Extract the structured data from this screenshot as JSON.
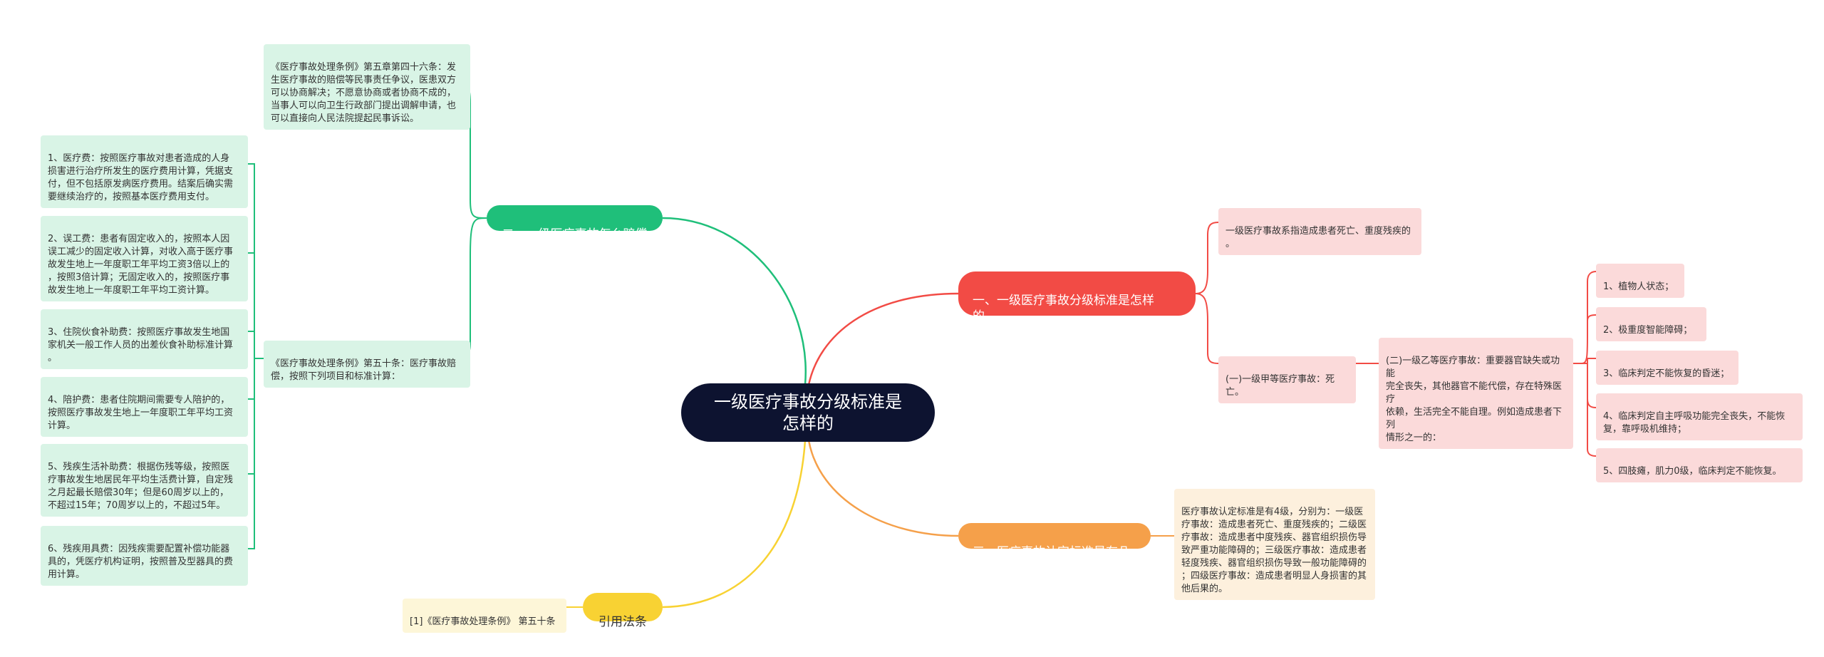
{
  "root": {
    "label": "一级医疗事故分级标准是\n怎样的"
  },
  "branch_green": {
    "label": "二、一级医疗事故怎么赔偿",
    "color": "#1fbf7a"
  },
  "branch_red": {
    "label": "一、一级医疗事故分级标准是怎样\n的",
    "color": "#f24b45"
  },
  "branch_orange": {
    "label": "三、医疗事故认定标准是有几级",
    "color": "#f5a04a"
  },
  "branch_yellow": {
    "label": "引用法条",
    "color": "#f8d233"
  },
  "green": {
    "article46": "《医疗事故处理条例》第五章第四十六条：发\n生医疗事故的赔偿等民事责任争议，医患双方\n可以协商解决；不愿意协商或者协商不成的，\n当事人可以向卫生行政部门提出调解申请，也\n可以直接向人民法院提起民事诉讼。",
    "article50": "《医疗事故处理条例》第五十条：医疗事故赔\n偿，按照下列项目和标准计算：",
    "items": [
      "1、医疗费：按照医疗事故对患者造成的人身\n损害进行治疗所发生的医疗费用计算，凭据支\n付，但不包括原发病医疗费用。结案后确实需\n要继续治疗的，按照基本医疗费用支付。",
      "2、误工费：患者有固定收入的，按照本人因\n误工减少的固定收入计算，对收入高于医疗事\n故发生地上一年度职工年平均工资3倍以上的\n，按照3倍计算；无固定收入的，按照医疗事\n故发生地上一年度职工年平均工资计算。",
      "3、住院伙食补助费：按照医疗事故发生地国\n家机关一般工作人员的出差伙食补助标准计算\n。",
      "4、陪护费：患者住院期间需要专人陪护的，\n按照医疗事故发生地上一年度职工年平均工资\n计算。",
      "5、残疾生活补助费：根据伤残等级，按照医\n疗事故发生地居民年平均生活费计算，自定残\n之月起最长赔偿30年；但是60周岁以上的，\n不超过15年；70周岁以上的，不超过5年。",
      "6、残疾用具费：因残疾需要配置补偿功能器\n具的，凭医疗机构证明，按照普及型器具的费\n用计算。"
    ]
  },
  "red": {
    "definition": "一级医疗事故系指造成患者死亡、重度残疾的\n。",
    "grade_a": "(一)一级甲等医疗事故：死亡。",
    "grade_b": "(二)一级乙等医疗事故：重要器官缺失或功能\n完全丧失，其他器官不能代偿，存在特殊医疗\n依赖，生活完全不能自理。例如造成患者下列\n情形之一的：",
    "cases": [
      "1、植物人状态；",
      "2、极重度智能障碍；",
      "3、临床判定不能恢复的昏迷；",
      "4、临床判定自主呼吸功能完全丧失，不能恢\n复，靠呼吸机维持；",
      "5、四肢瘫，肌力0级，临床判定不能恢复。"
    ]
  },
  "orange": {
    "text": "医疗事故认定标准是有4级，分别为：一级医\n疗事故：造成患者死亡、重度残疾的；二级医\n疗事故：造成患者中度残疾、器官组织损伤导\n致严重功能障碍的；三级医疗事故：造成患者\n轻度残疾、器官组织损伤导致一般功能障碍的\n；四级医疗事故：造成患者明显人身损害的其\n他后果的。"
  },
  "yellow": {
    "citation": "[1]《医疗事故处理条例》 第五十条"
  }
}
